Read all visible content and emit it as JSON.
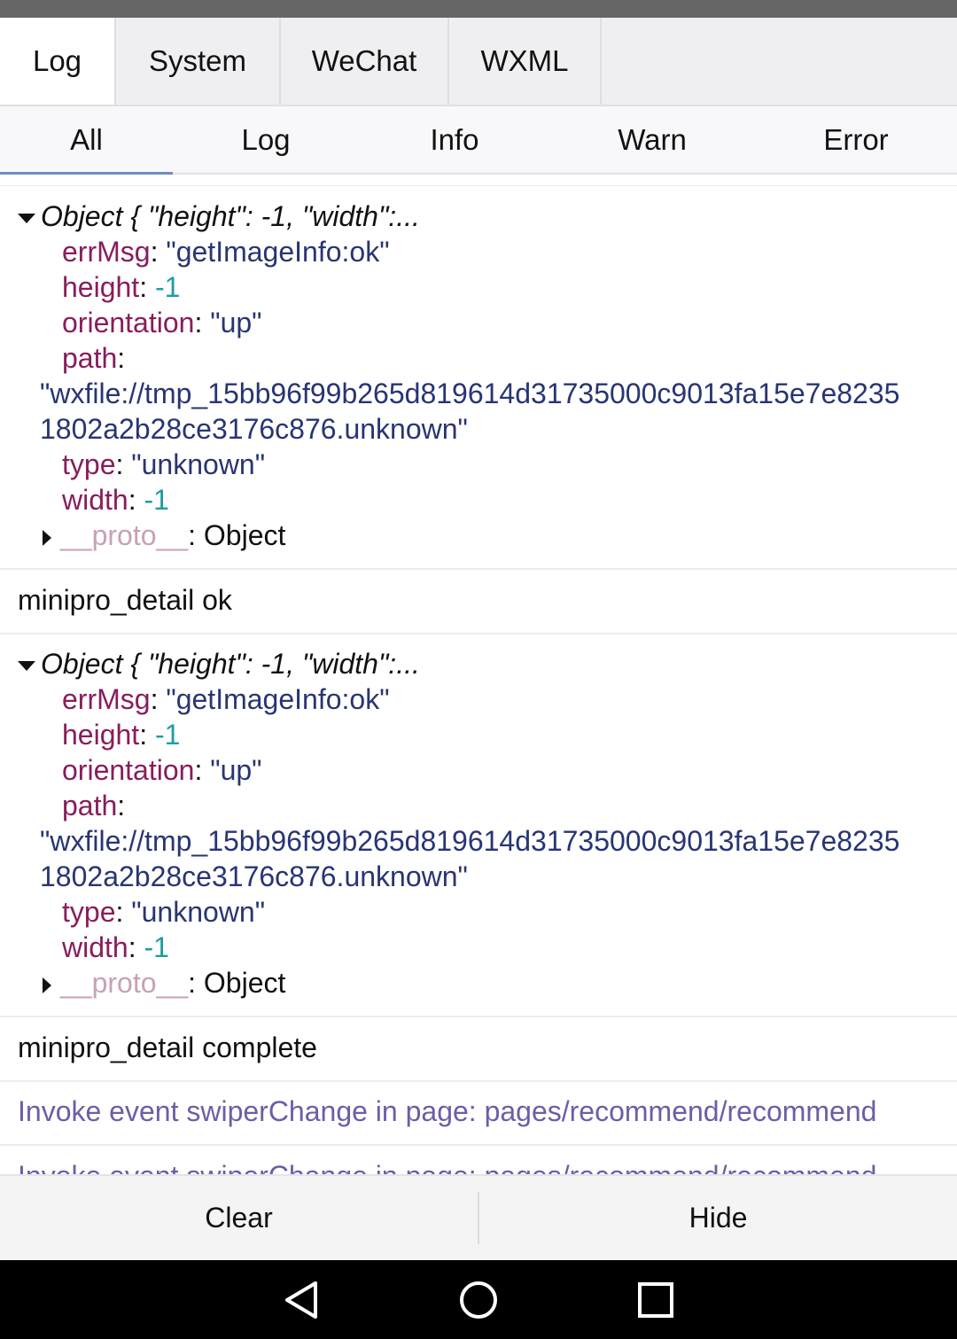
{
  "tabs": [
    "Log",
    "System",
    "WeChat",
    "WXML"
  ],
  "subtabs": [
    "All",
    "Log",
    "Info",
    "Warn",
    "Error"
  ],
  "logs": {
    "obj1": {
      "summary": "Object { \"height\": -1, \"width\":...",
      "errMsg_key": "errMsg",
      "errMsg": "\"getImageInfo:ok\"",
      "height_key": "height",
      "height": "-1",
      "orientation_key": "orientation",
      "orientation": "\"up\"",
      "path_key": "path",
      "path1": "\"wxfile://tmp_15bb96f99b265d819614d31735000c9013fa15e7e8235",
      "path2": "1802a2b28ce3176c876.unknown\"",
      "type_key": "type",
      "type": "\"unknown\"",
      "width_key": "width",
      "width": "-1",
      "proto_key": "__proto__",
      "proto": "Object"
    },
    "msg1": "minipro_detail ok",
    "obj2": {
      "summary": "Object { \"height\": -1, \"width\":...",
      "errMsg_key": "errMsg",
      "errMsg": "\"getImageInfo:ok\"",
      "height_key": "height",
      "height": "-1",
      "orientation_key": "orientation",
      "orientation": "\"up\"",
      "path_key": "path",
      "path1": "\"wxfile://tmp_15bb96f99b265d819614d31735000c9013fa15e7e8235",
      "path2": "1802a2b28ce3176c876.unknown\"",
      "type_key": "type",
      "type": "\"unknown\"",
      "width_key": "width",
      "width": "-1",
      "proto_key": "__proto__",
      "proto": "Object"
    },
    "msg2": "minipro_detail complete",
    "invoke1": "Invoke event swiperChange in page: pages/recommend/recommend",
    "invoke2": "Invoke event swiperChange in page: pages/recommend/recommend"
  },
  "bottom": {
    "clear": "Clear",
    "hide": "Hide"
  },
  "colors": {
    "key": "#881d5c",
    "string": "#283573",
    "number": "#1f9ca3",
    "info": "#6a5fa6",
    "accent": "#6b8fbf"
  }
}
